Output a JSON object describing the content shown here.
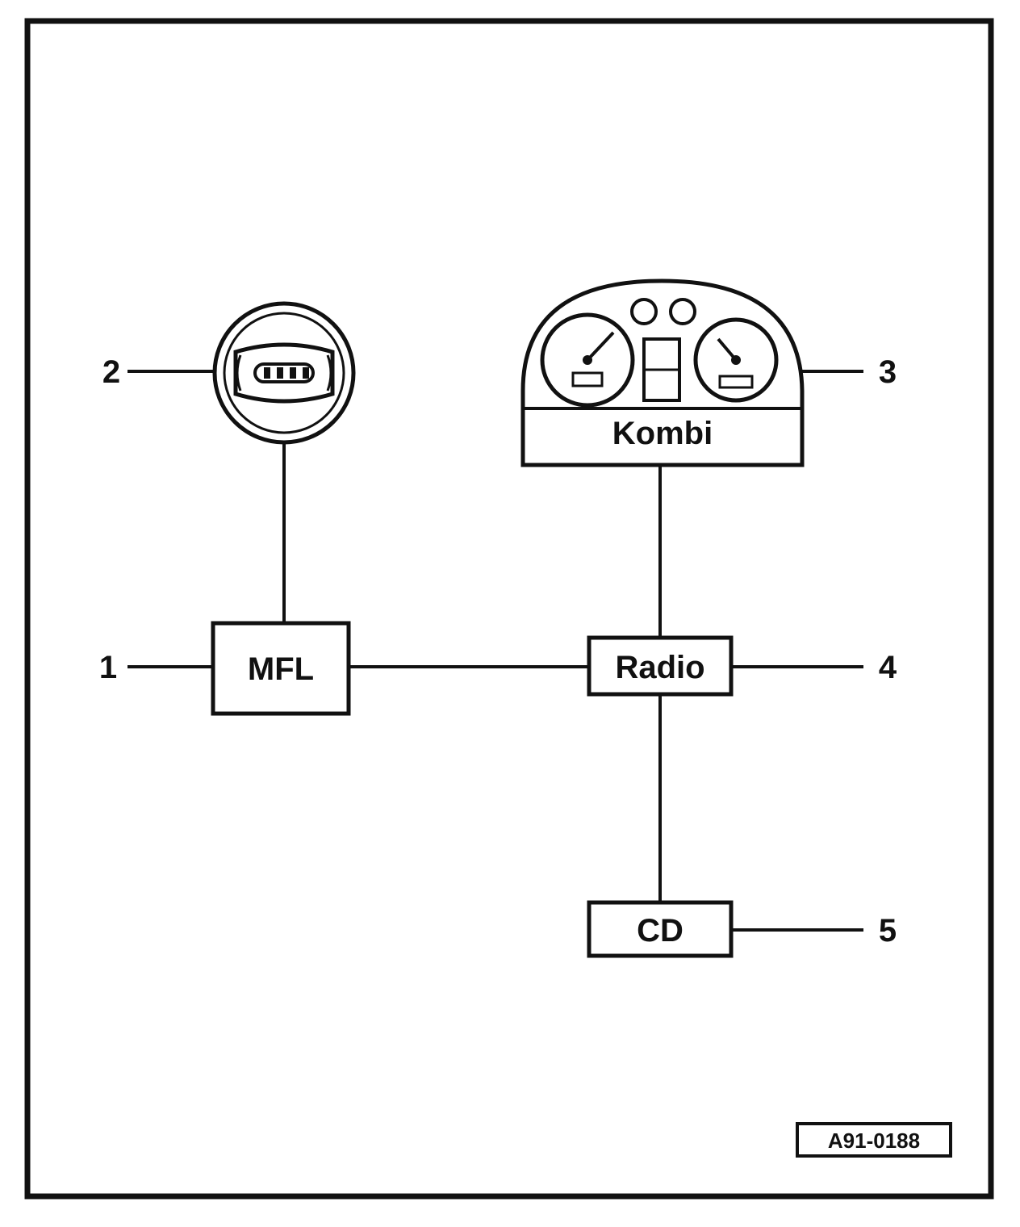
{
  "components": {
    "mfl": {
      "label": "MFL"
    },
    "radio": {
      "label": "Radio"
    },
    "cd": {
      "label": "CD"
    },
    "kombi": {
      "label": "Kombi"
    }
  },
  "callouts": {
    "c1": "1",
    "c2": "2",
    "c3": "3",
    "c4": "4",
    "c5": "5"
  },
  "reference": "A91-0188",
  "icons": {
    "steering_wheel": "steering-wheel-icon",
    "instrument_cluster": "instrument-cluster-icon"
  }
}
